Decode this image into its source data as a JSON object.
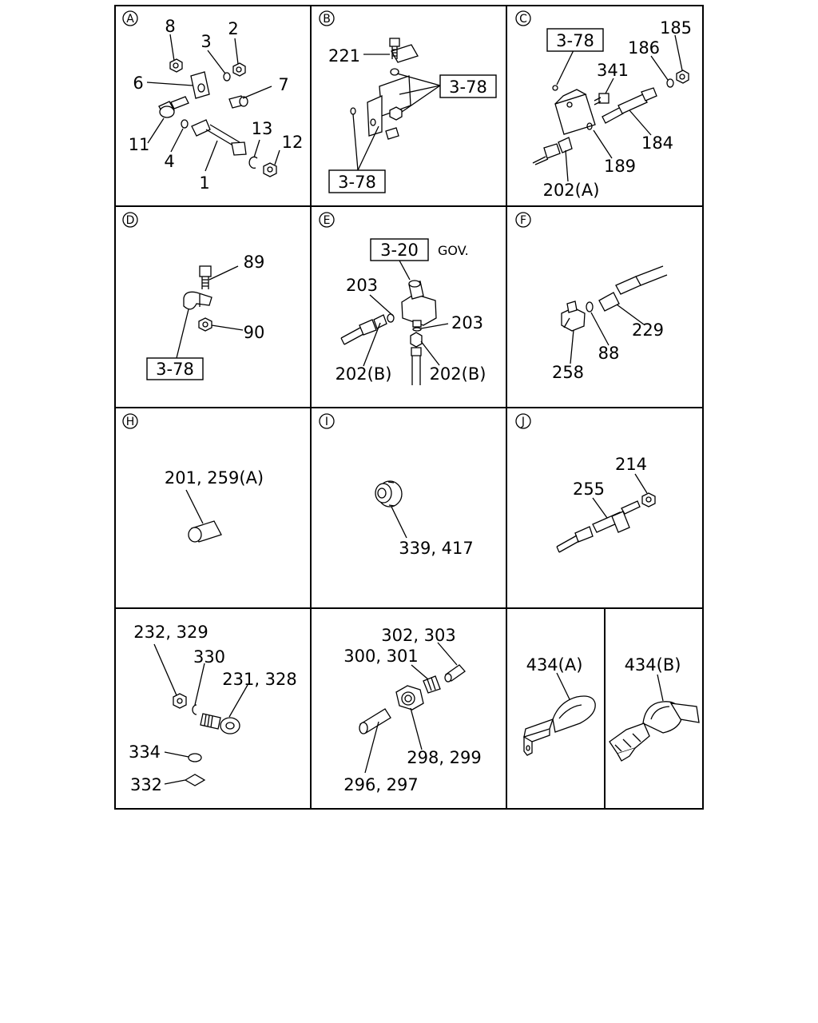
{
  "panels": {
    "A": {
      "letter": "A",
      "labels": {
        "l8": "8",
        "l3": "3",
        "l2": "2",
        "l6": "6",
        "l7": "7",
        "l11": "11",
        "l4": "4",
        "l13": "13",
        "l12": "12",
        "l1": "1"
      }
    },
    "B": {
      "letter": "B",
      "labels": {
        "l221": "221",
        "ref1": "3-78",
        "ref2": "3-78"
      }
    },
    "C": {
      "letter": "C",
      "labels": {
        "ref": "3-78",
        "l185": "185",
        "l186": "186",
        "l341": "341",
        "l184": "184",
        "l189": "189",
        "l202a": "202(A)"
      }
    },
    "D": {
      "letter": "D",
      "labels": {
        "l89": "89",
        "l90": "90",
        "ref": "3-78"
      }
    },
    "E": {
      "letter": "E",
      "labels": {
        "ref": "3-20",
        "gov": "GOV.",
        "l203a": "203",
        "l203b": "203",
        "l202b1": "202(B)",
        "l202b2": "202(B)"
      }
    },
    "F": {
      "letter": "F",
      "labels": {
        "l229": "229",
        "l88": "88",
        "l258": "258"
      }
    },
    "H": {
      "letter": "H",
      "labels": {
        "l201": "201, 259(A)"
      }
    },
    "I": {
      "letter": "I",
      "labels": {
        "l339": "339, 417"
      }
    },
    "J": {
      "letter": "J",
      "labels": {
        "l214": "214",
        "l255": "255"
      }
    },
    "K": {
      "labels": {
        "l232": "232, 329",
        "l330": "330",
        "l231": "231, 328",
        "l334": "334",
        "l332": "332"
      }
    },
    "L": {
      "labels": {
        "l302": "302, 303",
        "l300": "300, 301",
        "l298": "298, 299",
        "l296": "296, 297"
      }
    },
    "M": {
      "labels": {
        "l434a": "434(A)"
      }
    },
    "N": {
      "labels": {
        "l434b": "434(B)"
      }
    }
  }
}
